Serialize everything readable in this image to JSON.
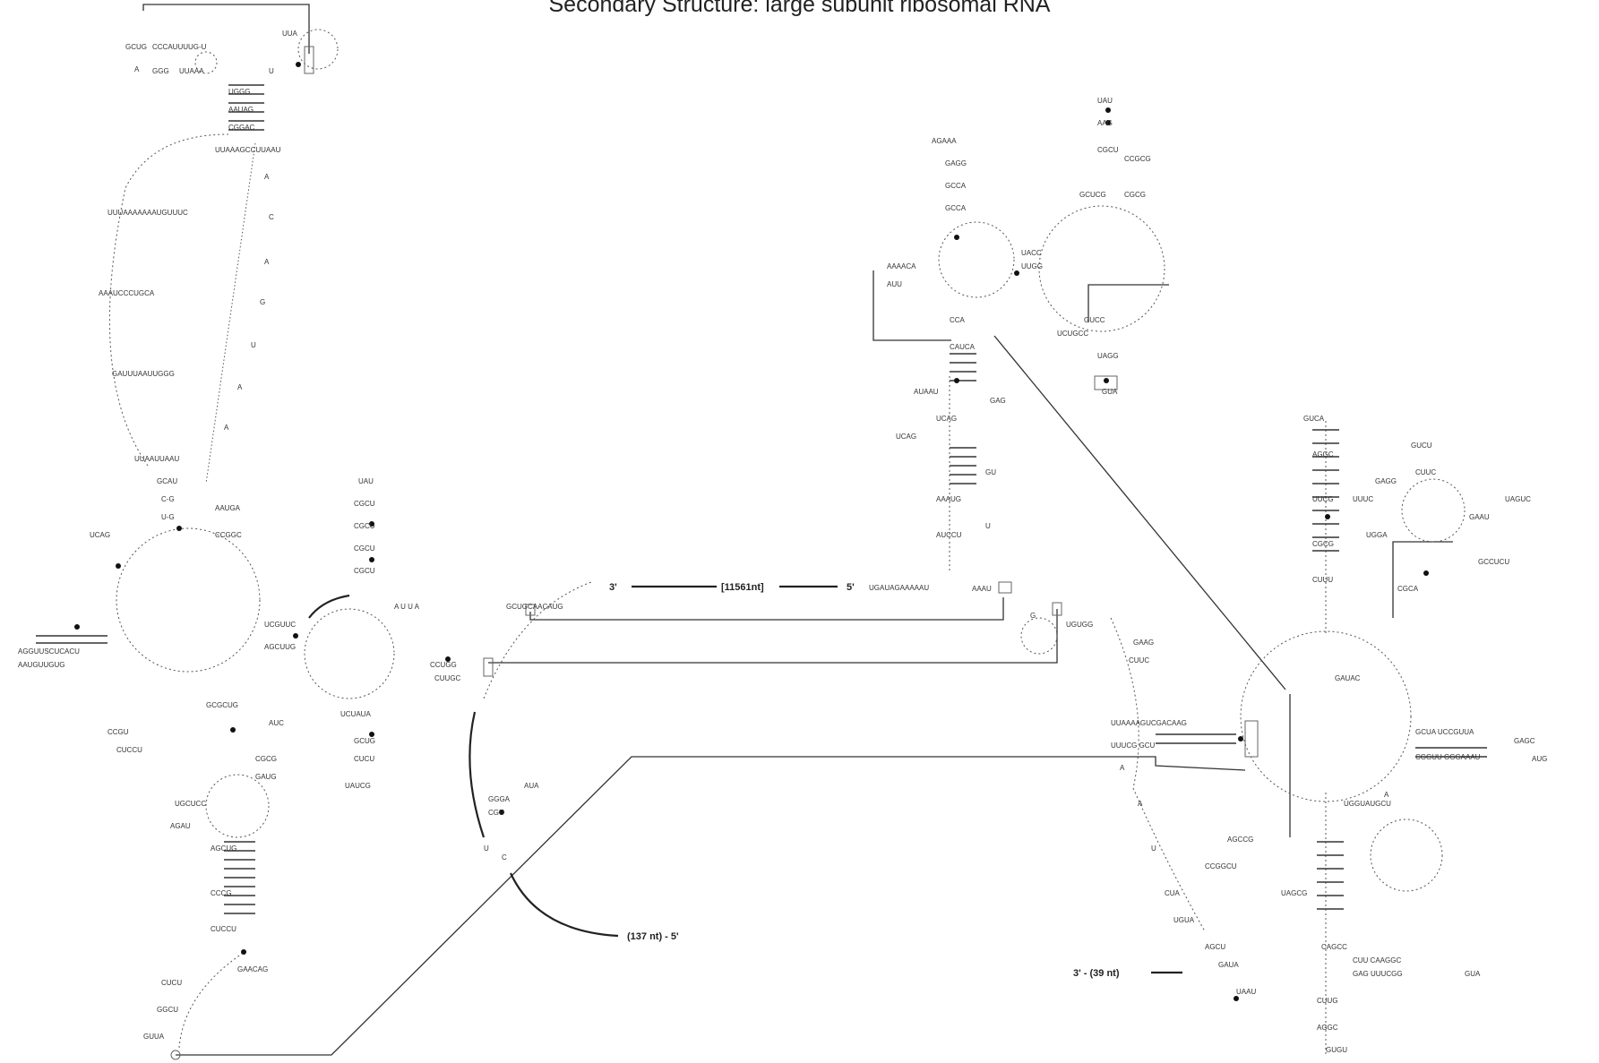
{
  "title": "Secondary Structure: large subunit ribosomal RNA",
  "labels": {
    "label_3prime_top": "3'",
    "label_insert_top": "[11561nt]",
    "label_5prime_top": "5'",
    "seq_5prime_top": "UGAUAGAAAAAU",
    "seq_3prime_tail": "GCUGCAACAUG",
    "label_137": "(137 nt) - 5'",
    "label_39": "3' - (39 nt)",
    "vertical_seq": [
      "A",
      "C",
      "A",
      "G",
      "U",
      "A",
      "A"
    ]
  },
  "structure_colors": {
    "stroke": "#333333",
    "text": "#333333",
    "background": "#ffffff"
  }
}
